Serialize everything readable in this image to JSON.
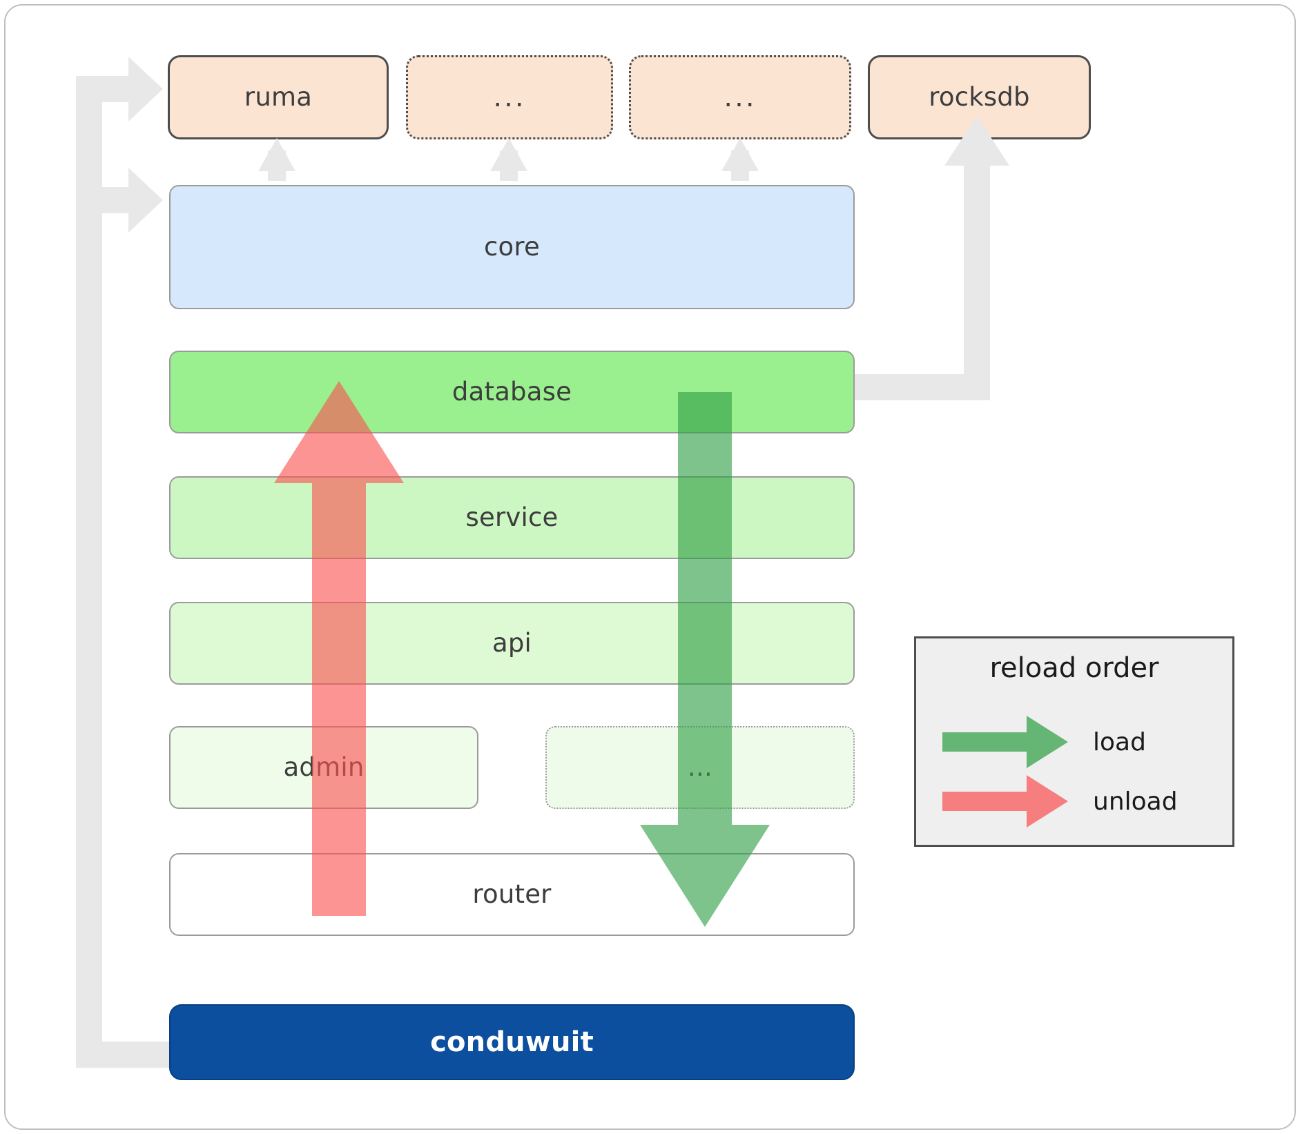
{
  "diagram": {
    "title": "conduwuit crate dependency / reload order diagram",
    "dependencies": [
      {
        "id": "ruma",
        "label": "ruma",
        "style": "solid"
      },
      {
        "id": "dots-1",
        "label": "...",
        "style": "dotted"
      },
      {
        "id": "dots-2",
        "label": "...",
        "style": "dotted"
      },
      {
        "id": "rocksdb",
        "label": "rocksdb",
        "style": "solid"
      }
    ],
    "core": {
      "id": "core",
      "label": "core",
      "color": "#d6e8fb"
    },
    "layers": [
      {
        "id": "database",
        "label": "database",
        "style": "solid",
        "color": "#9af08e"
      },
      {
        "id": "service",
        "label": "service",
        "style": "solid",
        "color": "#ccf7c3"
      },
      {
        "id": "api",
        "label": "api",
        "style": "solid",
        "color": "#ddfad5"
      },
      {
        "id": "admin",
        "label": "admin",
        "style": "solid",
        "color": "#eefce9"
      },
      {
        "id": "dots-3",
        "label": "...",
        "style": "dotted",
        "color": "#effbea"
      },
      {
        "id": "router",
        "label": "router",
        "style": "solid",
        "color": "#ffffff"
      }
    ],
    "app": {
      "id": "conduwuit",
      "label": "conduwuit",
      "color": "#0b4f9e",
      "text_color": "#ffffff"
    },
    "legend": {
      "title": "reload order",
      "items": [
        {
          "id": "load",
          "label": "load",
          "color": "#5cb860"
        },
        {
          "id": "unload",
          "label": "unload",
          "color": "#fa8a8a"
        }
      ]
    },
    "arrows": {
      "load_color": "#5cb860",
      "unload_color": "#fa8a8a",
      "connector_color": "#e8e8e8",
      "load_direction": "down",
      "unload_direction": "up"
    },
    "colors": {
      "dependency_fill": "#fce4d3",
      "dependency_border": "#4d4d4d",
      "layer_border": "#9b9b9b",
      "frame_border": "#bfbfbf",
      "legend_bg": "#efefef"
    }
  }
}
